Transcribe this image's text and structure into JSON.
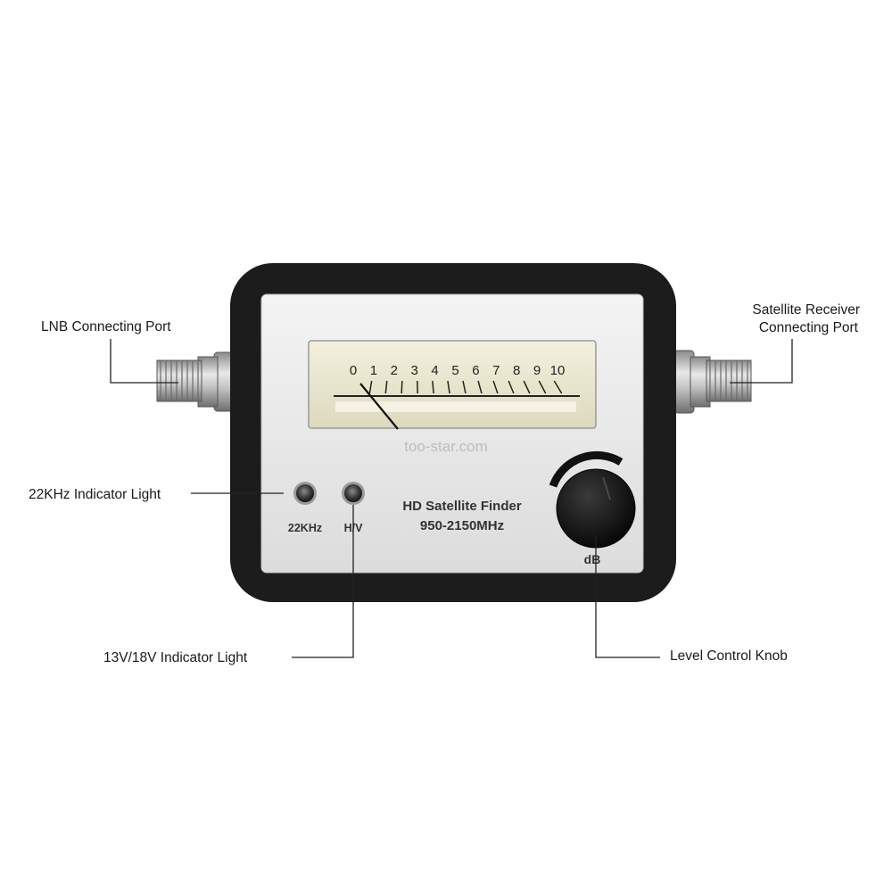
{
  "callouts": {
    "lnb_port": "LNB Connecting Port",
    "receiver_port_line1": "Satellite Receiver",
    "receiver_port_line2": "Connecting Port",
    "indicator_22khz": "22KHz Indicator Light",
    "indicator_13v18v": "13V/18V Indicator Light",
    "level_knob": "Level Control Knob"
  },
  "device": {
    "meter_scale": [
      "0",
      "1",
      "2",
      "3",
      "4",
      "5",
      "6",
      "7",
      "8",
      "9",
      "10"
    ],
    "light_22khz_label": "22KHz",
    "light_hv_label": "H/V",
    "product_name": "HD Satellite Finder",
    "frequency_range": "950-2150MHz",
    "knob_label": "dB",
    "watermark": "too-star.com"
  },
  "colors": {
    "case": "#1c1c1c",
    "faceplate": "#ececec",
    "meter_window": "#e9e6cf",
    "connector": "#b9b9b9"
  }
}
